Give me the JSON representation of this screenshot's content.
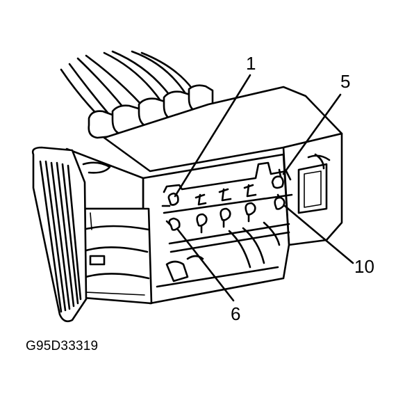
{
  "figure": {
    "code": "G95D33319",
    "colors": {
      "ink": "#000000",
      "paper": "#ffffff"
    }
  },
  "callouts": [
    {
      "label": "1",
      "target": "pin-1"
    },
    {
      "label": "5",
      "target": "pin-5"
    },
    {
      "label": "6",
      "target": "pin-6"
    },
    {
      "label": "10",
      "target": "pin-10"
    }
  ]
}
